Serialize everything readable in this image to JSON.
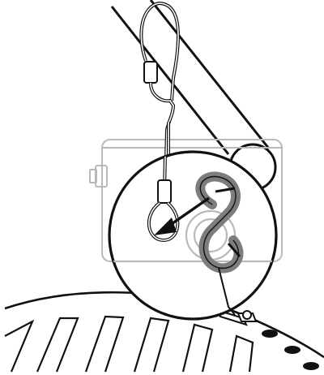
{
  "figure": {
    "kind": "installation-illustration",
    "text_labels": [],
    "colors": {
      "line": "#111111",
      "ghost": "#b9b9b9",
      "carabiner": "#7d7d7d",
      "background": "#ffffff"
    },
    "parts": [
      "mounting-pole",
      "safety-cable",
      "device-housing-ghost",
      "detail-magnifier-circle",
      "attach-arrow",
      "s-carabiner",
      "mount-bracket",
      "vehicle-grille"
    ]
  }
}
